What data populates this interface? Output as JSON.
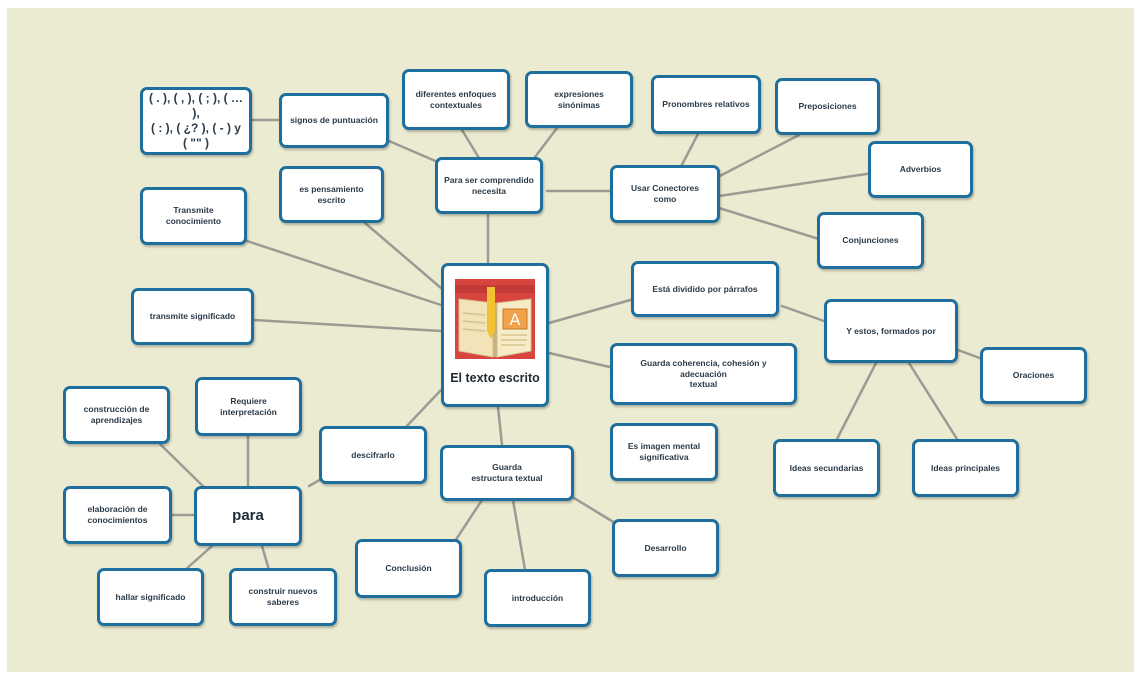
{
  "diagram": {
    "center": {
      "label": "El texto escrito",
      "icon": "book-letter-a-icon"
    },
    "nodes": {
      "punct_signs": "( . ), ( , ), ( ; ), ( … ),\n( : ), ( ¿? ), ( - ) y\n( \"\" )",
      "signos": "signos de puntuación",
      "enfoques": "diferentes enfoques\ncontextuales",
      "expresiones": "expresiones sinónimas",
      "pronombres": "Pronombres relativos",
      "preposiciones": "Preposiciones",
      "adverbios": "Adverbios",
      "para_ser": "Para ser comprendido\nnecesita",
      "conectores": "Usar Conectores\ncomo",
      "conjunciones": "Conjunciones",
      "pensamiento": "es pensamiento\nescrito",
      "transmite_con": "Transmite\nconocimiento",
      "transmite_sig": "transmite significado",
      "dividido": "Está dividido por párrafos",
      "y_estos": "Y estos, formados  por",
      "oraciones": "Oraciones",
      "guarda_coh": "Guarda coherencia, cohesión y adecuación\ntextual",
      "imagen": "Es imagen mental\nsignificativa",
      "ideas_sec": "Ideas secundarias",
      "ideas_pri": "Ideas principales",
      "construccion": "construcción de\naprendizajes",
      "requiere": "Requiere\ninterpretación",
      "descifrarlo": "descifrarlo",
      "guarda_est": "Guarda\nestructura textual",
      "elaboracion": "elaboración de\nconocimientos",
      "para": "para",
      "desarrollo": "Desarrollo",
      "conclusion": "Conclusión",
      "hallar": "hallar significado",
      "construir": "construir nuevos\nsaberes",
      "introduccion": "introducción"
    }
  }
}
